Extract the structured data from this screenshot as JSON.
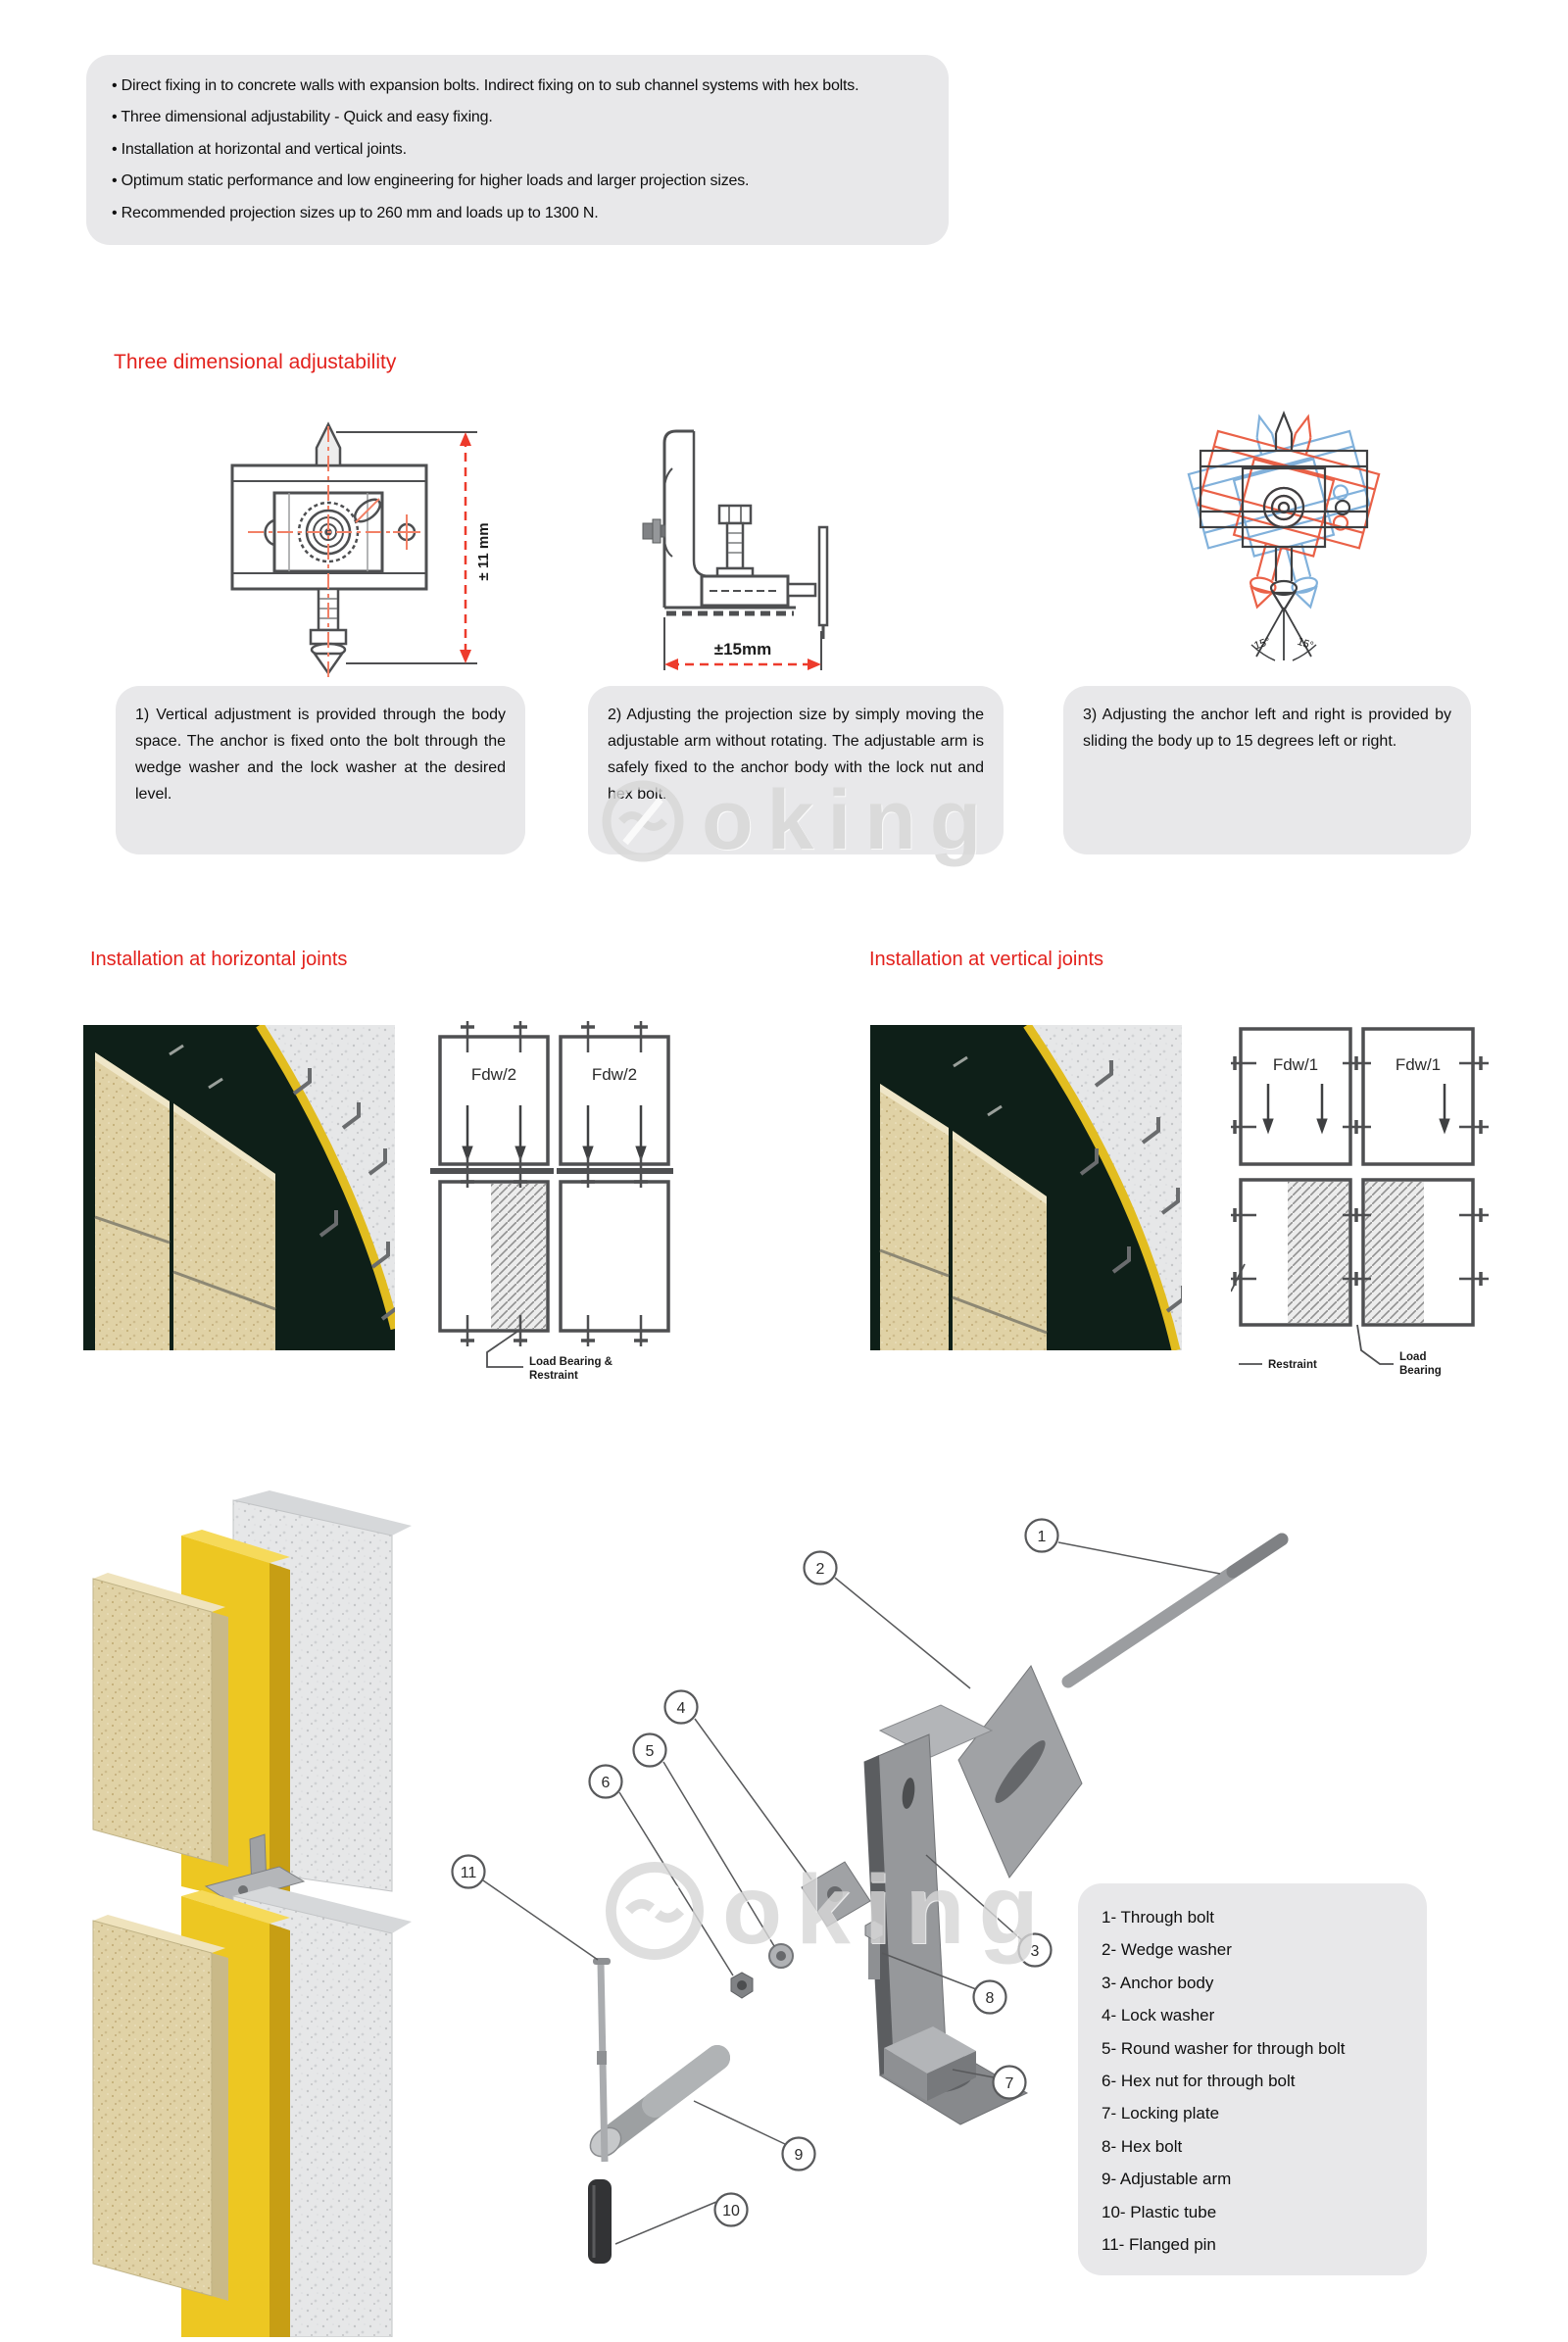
{
  "colors": {
    "accent_red": "#e3211c",
    "box_gray": "#e8e8ea",
    "dimension_red": "#ed3b2c",
    "centerline_salmon": "#f28066",
    "line_gray": "#4e4f51",
    "overlay_red": "#e85034",
    "overlay_blue": "#74a9d8",
    "insulation_yellow": "#edc722",
    "stone_beige": "#e0d2a6"
  },
  "intro": {
    "bullets": [
      "• Direct fixing in to concrete walls with expansion bolts. Indirect fixing on to sub channel systems with hex bolts.",
      "• Three dimensional adjustability - Quick and easy fixing.",
      "• Installation at horizontal and vertical joints.",
      "• Optimum static performance and low engineering for higher loads and larger projection sizes.",
      "• Recommended projection sizes up to 260 mm and loads up to 1300 N."
    ]
  },
  "three_dim": {
    "title": "Three dimensional adjustability",
    "d1": {
      "dim_label": "± 11 mm",
      "caption": "1) Vertical adjustment is provided through the body space. The anchor is fixed onto the bolt through the wedge washer and the lock washer at the desired level."
    },
    "d2": {
      "dim_label": "±15mm",
      "caption": "2) Adjusting the projection size by simply moving the adjustable arm without rotating. The adjustable arm is safely fixed to the anchor body with the lock nut and hex bolt."
    },
    "d3": {
      "angle_left": "15°",
      "angle_right": "15°",
      "caption": "3) Adjusting the anchor left and right is provided by sliding the body up to 15 degrees left or right."
    }
  },
  "horizontal": {
    "title": "Installation at horizontal joints",
    "panel_label_1": "Fdw/2",
    "panel_label_2": "Fdw/2",
    "note_line1": "Load Bearing &",
    "note_line2": "Restraint"
  },
  "vertical": {
    "title": "Installation at vertical joints",
    "panel_label_1": "Fdw/1",
    "panel_label_2": "Fdw/1",
    "note_restraint": "Restraint",
    "note_load_line1": "Load",
    "note_load_line2": "Bearing"
  },
  "exploded": {
    "callouts": [
      {
        "n": "1"
      },
      {
        "n": "2"
      },
      {
        "n": "4"
      },
      {
        "n": "5"
      },
      {
        "n": "6"
      },
      {
        "n": "11"
      },
      {
        "n": "3"
      },
      {
        "n": "8"
      },
      {
        "n": "7"
      },
      {
        "n": "9"
      },
      {
        "n": "10"
      }
    ],
    "legend": [
      "1- Through bolt",
      "2- Wedge washer",
      "3- Anchor body",
      "4- Lock washer",
      "5- Round washer for through bolt",
      "6- Hex nut for through bolt",
      "7- Locking plate",
      "8- Hex bolt",
      "9- Adjustable arm",
      "10- Plastic tube",
      "11- Flanged pin"
    ]
  },
  "watermark": {
    "text": "oking"
  }
}
